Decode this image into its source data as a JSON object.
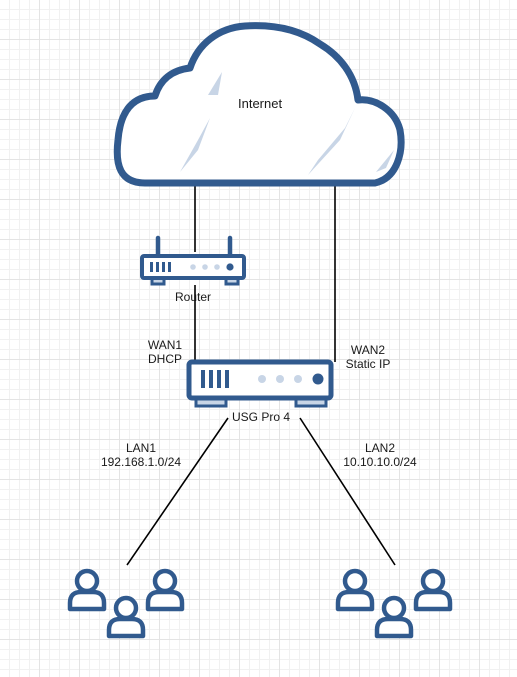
{
  "diagram": {
    "nodes": {
      "internet": {
        "label": "Internet"
      },
      "router": {
        "label": "Router"
      },
      "usg": {
        "label": "USG Pro 4"
      }
    },
    "links": {
      "wan1": {
        "name": "WAN1",
        "detail": "DHCP"
      },
      "wan2": {
        "name": "WAN2",
        "detail": "Static IP"
      },
      "lan1": {
        "name": "LAN1",
        "detail": "192.168.1.0/24"
      },
      "lan2": {
        "name": "LAN2",
        "detail": "10.10.10.0/24"
      }
    },
    "groups": {
      "lan1_users": {
        "count": 3
      },
      "lan2_users": {
        "count": 3
      }
    }
  },
  "colors": {
    "outline": "#315a8e",
    "fill": "#ffffff",
    "glare": "#c8d5e6",
    "line": "#000000"
  }
}
